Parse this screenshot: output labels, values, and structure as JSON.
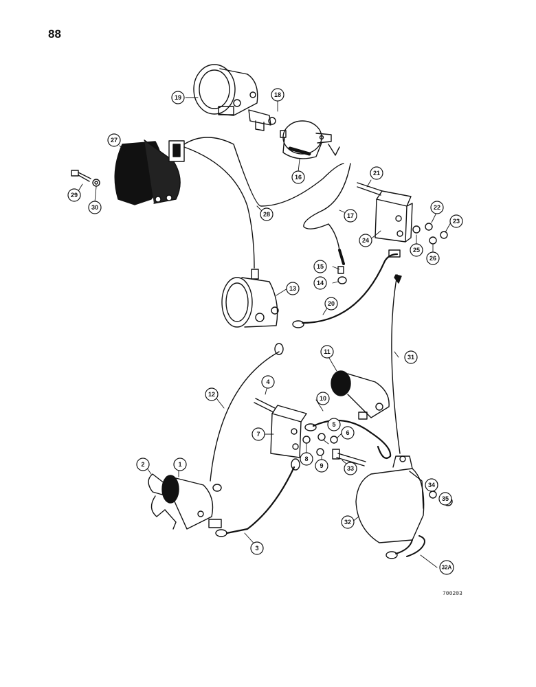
{
  "page": {
    "number": "88",
    "figure_code": "700203"
  },
  "diagram": {
    "callouts": [
      "1",
      "2",
      "3",
      "4",
      "5",
      "6",
      "7",
      "8",
      "9",
      "10",
      "11",
      "12",
      "13",
      "14",
      "15",
      "16",
      "17",
      "18",
      "19",
      "20",
      "21",
      "22",
      "23",
      "24",
      "25",
      "26",
      "27",
      "28",
      "29",
      "30",
      "31",
      "32",
      "33",
      "34",
      "35",
      "32A"
    ]
  },
  "colors": {
    "ink": "#111111",
    "paper": "#ffffff",
    "gray": "#8a8a8a"
  }
}
